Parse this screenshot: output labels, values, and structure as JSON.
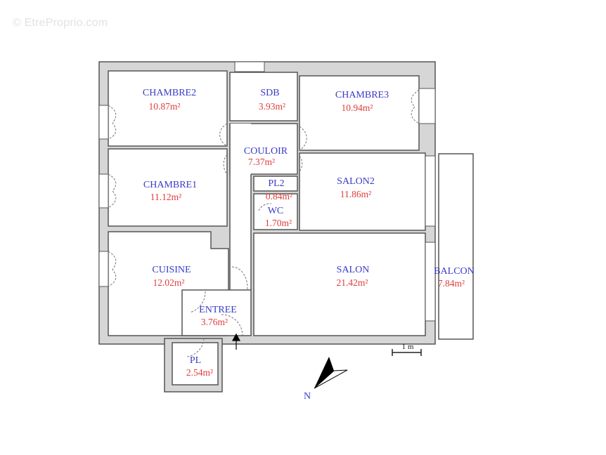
{
  "watermark": "© EtreProprio.com",
  "colors": {
    "room_name": "#3a3ac8",
    "room_area": "#e03c3c",
    "wall": "#d6d6d6"
  },
  "rooms": [
    {
      "name": "CHAMBRE2",
      "area": "10.87m²"
    },
    {
      "name": "SDB",
      "area": "3.93m²"
    },
    {
      "name": "CHAMBRE3",
      "area": "10.94m²"
    },
    {
      "name": "COULOIR",
      "area": "7.37m²"
    },
    {
      "name": "CHAMBRE1",
      "area": "11.12m²"
    },
    {
      "name": "PL2",
      "area": "0.84m²"
    },
    {
      "name": "WC",
      "area": "1.70m²"
    },
    {
      "name": "SALON2",
      "area": "11.86m²"
    },
    {
      "name": "CUISINE",
      "area": "12.02m²"
    },
    {
      "name": "SALON",
      "area": "21.42m²"
    },
    {
      "name": "BALCON",
      "area": "7.84m²"
    },
    {
      "name": "ENTREE",
      "area": "3.76m²"
    },
    {
      "name": "PL",
      "area": "2.54m²"
    }
  ],
  "scale_bar": "1 m",
  "compass": {
    "label": "N",
    "icon": "north-arrow-icon"
  }
}
